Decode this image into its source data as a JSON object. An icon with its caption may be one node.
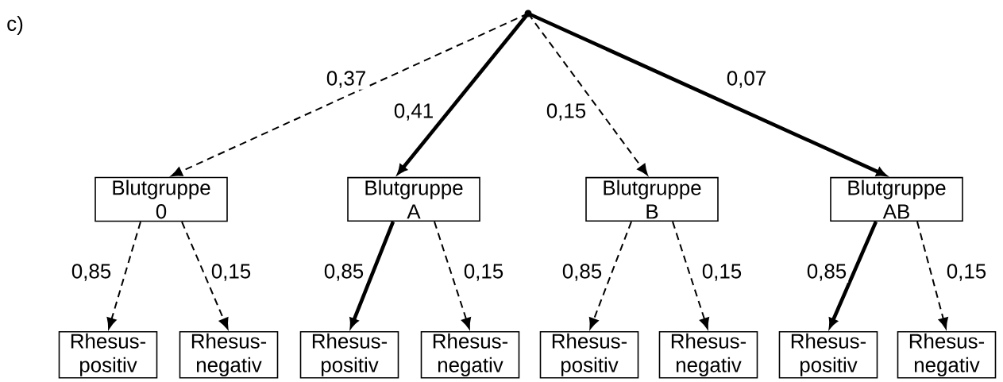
{
  "diagram": {
    "nodes": [
      {
        "text": [],
        "shape": "circle"
      },
      {
        "text": [
          "Blutgruppe 0"
        ]
      },
      {
        "text": [
          "Blutgruppe A"
        ]
      },
      {
        "text": [
          "Blutgruppe B"
        ]
      },
      {
        "text": [
          "Blutgruppe AB"
        ]
      },
      {
        "text": [
          "Rhesus- positiv"
        ]
      },
      {
        "text": [
          "Rhesus- negativ"
        ]
      },
      {
        "text": [
          "Rhesus- positiv"
        ]
      },
      {
        "text": [
          "Rhesus- negativ"
        ]
      },
      {
        "text": [
          "Rhesus- positiv"
        ]
      },
      {
        "text": [
          "Rhesus- negativ"
        ]
      },
      {
        "text": [
          "Rhesus- positiv"
        ]
      },
      {
        "text": [
          "Rhesus- negativ"
        ]
      }
    ],
    "edges": [
      {
        "from": 0,
        "to": 1,
        "arrow": "to",
        "label": "0,37",
        "style": "dashed"
      },
      {
        "from": 0,
        "to": 2,
        "arrow": "to",
        "label": "0,41",
        "style": "thick"
      },
      {
        "from": 0,
        "to": 3,
        "arrow": "to",
        "label": "0,15",
        "style": "dashed"
      },
      {
        "from": 0,
        "to": 4,
        "arrow": "to",
        "label": "0,07",
        "style": "thick"
      },
      {
        "from": 1,
        "to": 5,
        "arrow": "to",
        "label": "0,85",
        "style": "dashed"
      },
      {
        "from": 1,
        "to": 6,
        "arrow": "to",
        "label": "0,15",
        "style": "dashed"
      },
      {
        "from": 2,
        "to": 7,
        "arrow": "to",
        "label": "0,85",
        "style": "thick"
      },
      {
        "from": 2,
        "to": 8,
        "arrow": "to",
        "label": "0,15",
        "style": "dashed"
      },
      {
        "from": 3,
        "to": 9,
        "arrow": "to",
        "label": "0,85",
        "style": "dashed"
      },
      {
        "from": 3,
        "to": 10,
        "arrow": "to",
        "label": "0,15",
        "style": "dashed"
      },
      {
        "from": 4,
        "to": 11,
        "arrow": "to",
        "label": "0,85",
        "style": "thick"
      },
      {
        "from": 4,
        "to": 12,
        "arrow": "to",
        "label": "0,15",
        "style": "dashed"
      }
    ],
    "labels": [
      "c)"
    ]
  }
}
